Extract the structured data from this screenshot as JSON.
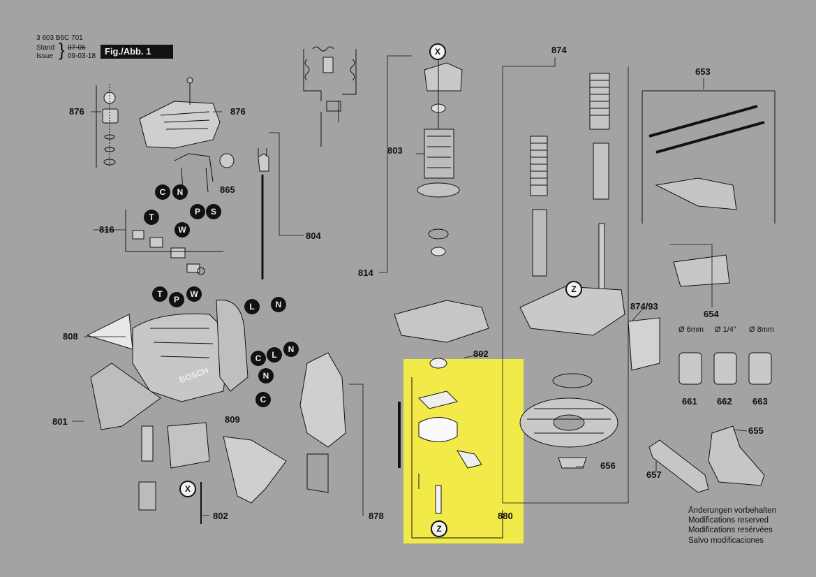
{
  "header": {
    "doc_number": "3 603 B6C 701",
    "stand_label": "Stand",
    "stand_date_struck": "07-06",
    "issue_label": "Issue",
    "issue_date": "09-03-18",
    "figure_label": "Fig./Abb. 1"
  },
  "part_labels": {
    "p876_a": "876",
    "p876_b": "876",
    "p865": "865",
    "p816": "816",
    "p804": "804",
    "p808": "808",
    "p801": "801",
    "p809": "809",
    "p802_a": "802",
    "p802_b": "802",
    "p878": "878",
    "p814": "814",
    "p803": "803",
    "p874": "874",
    "p874_93": "874/93",
    "p653": "653",
    "p654": "654",
    "p880": "880",
    "p656": "656",
    "p657": "657",
    "p655": "655",
    "p661": "661",
    "p662": "662",
    "p663": "663"
  },
  "sizes": {
    "s6mm": "Ø 6mm",
    "s14in": "Ø 1/4\"",
    "s8mm": "Ø 8mm"
  },
  "brand_text": "BOSCH",
  "badges": {
    "c": "C",
    "n": "N",
    "p": "P",
    "s": "S",
    "t": "T",
    "w": "W",
    "l": "L",
    "x": "X",
    "z": "Z"
  },
  "notes": [
    "Änderungen vorbehalten",
    "Modifications reserved",
    "Modifications resérvées",
    "Salvo modificaciones"
  ],
  "colors": {
    "background": "#a3a3a3",
    "highlight": "#f1ea49",
    "ink": "#111111"
  }
}
